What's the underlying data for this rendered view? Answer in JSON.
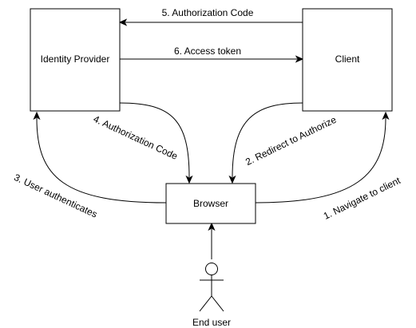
{
  "nodes": {
    "identity_provider": "Identity Provider",
    "client": "Client",
    "browser": "Browser",
    "end_user": "End user"
  },
  "edges": {
    "step1": "1. Navigate to client",
    "step2": "2. Redirect to Authorize",
    "step3": "3. User authenticates",
    "step4": "4. Authorization Code",
    "step5": "5. Authorization Code",
    "step6": "6. Access token"
  },
  "colors": {
    "stroke": "#000000",
    "fill": "#ffffff",
    "text": "#000000"
  }
}
